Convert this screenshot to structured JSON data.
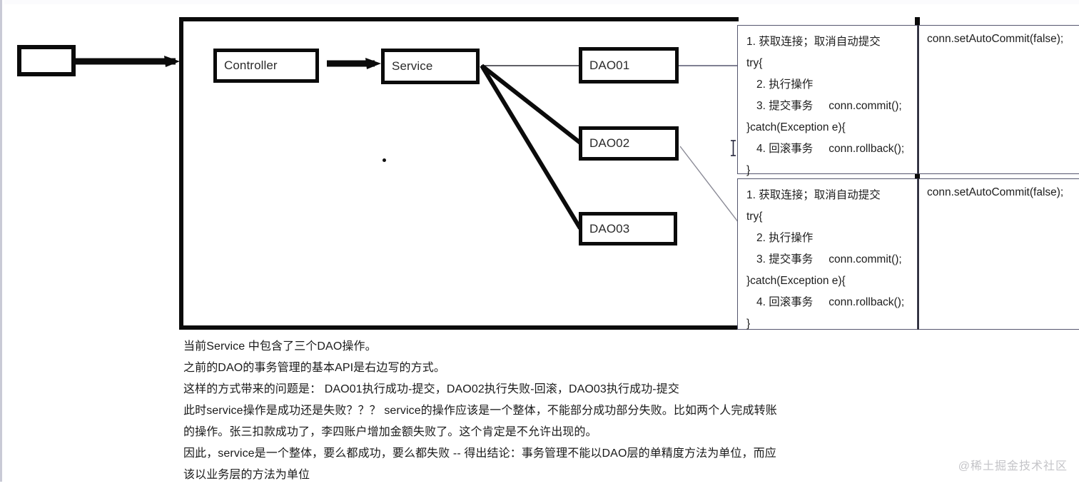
{
  "diagram": {
    "nodes": [
      {
        "id": "input",
        "label": ""
      },
      {
        "id": "controller",
        "label": "Controller"
      },
      {
        "id": "service",
        "label": "Service"
      },
      {
        "id": "dao01",
        "label": "DAO01"
      },
      {
        "id": "dao02",
        "label": "DAO02"
      },
      {
        "id": "dao03",
        "label": "DAO03"
      }
    ],
    "edges": [
      {
        "from": "input",
        "to": "container",
        "style": "thick-arrow"
      },
      {
        "from": "controller",
        "to": "service",
        "style": "thick-arrow"
      },
      {
        "from": "service",
        "to": "dao01",
        "style": "thin"
      },
      {
        "from": "service",
        "to": "dao02",
        "style": "thick"
      },
      {
        "from": "service",
        "to": "dao03",
        "style": "thick"
      },
      {
        "from": "dao01",
        "to": "code-panel-1",
        "style": "thin"
      },
      {
        "from": "dao02",
        "to": "code-panel-2",
        "style": "thin"
      }
    ],
    "colors": {
      "stroke": "#0b0b0b",
      "panel_border": "#55566e",
      "text": "#1d1d1d",
      "watermark": "#c4c4c8"
    }
  },
  "code_panels": [
    {
      "id": "code-panel-1",
      "lines": [
        "1. 获取连接；取消自动提交",
        "try{",
        "2. 执行操作",
        "3. 提交事务",
        "}catch(Exception e){",
        "4. 回滚事务",
        "}"
      ],
      "inline_code": {
        "commit": "conn.commit();",
        "rollback": "conn.rollback();"
      }
    },
    {
      "id": "code-panel-2",
      "lines": [
        "1. 获取连接；取消自动提交",
        "try{",
        "2. 执行操作",
        "3. 提交事务",
        "}catch(Exception e){",
        "4. 回滚事务",
        "}"
      ],
      "inline_code": {
        "commit": "conn.commit();",
        "rollback": "conn.rollback();"
      }
    }
  ],
  "side_panels": [
    {
      "id": "side-panel-1",
      "text": "conn.setAutoCommit(false);"
    },
    {
      "id": "side-panel-2",
      "text": "conn.setAutoCommit(false);"
    }
  ],
  "notes": {
    "lines": [
      "当前Service 中包含了三个DAO操作。",
      "之前的DAO的事务管理的基本API是右边写的方式。",
      "这样的方式带来的问题是： DAO01执行成功-提交，DAO02执行失败-回滚，DAO03执行成功-提交",
      "此时service操作是成功还是失败？？？  service的操作应该是一个整体，不能部分成功部分失败。比如两个人完成转账",
      "的操作。张三扣款成功了，李四账户增加金额失败了。这个肯定是不允许出现的。",
      "因此，service是一个整体，要么都成功，要么都失败 -- 得出结论：事务管理不能以DAO层的单精度方法为单位，而应",
      "该以业务层的方法为单位"
    ]
  },
  "watermark": {
    "text": "@稀土掘金技术社区"
  }
}
